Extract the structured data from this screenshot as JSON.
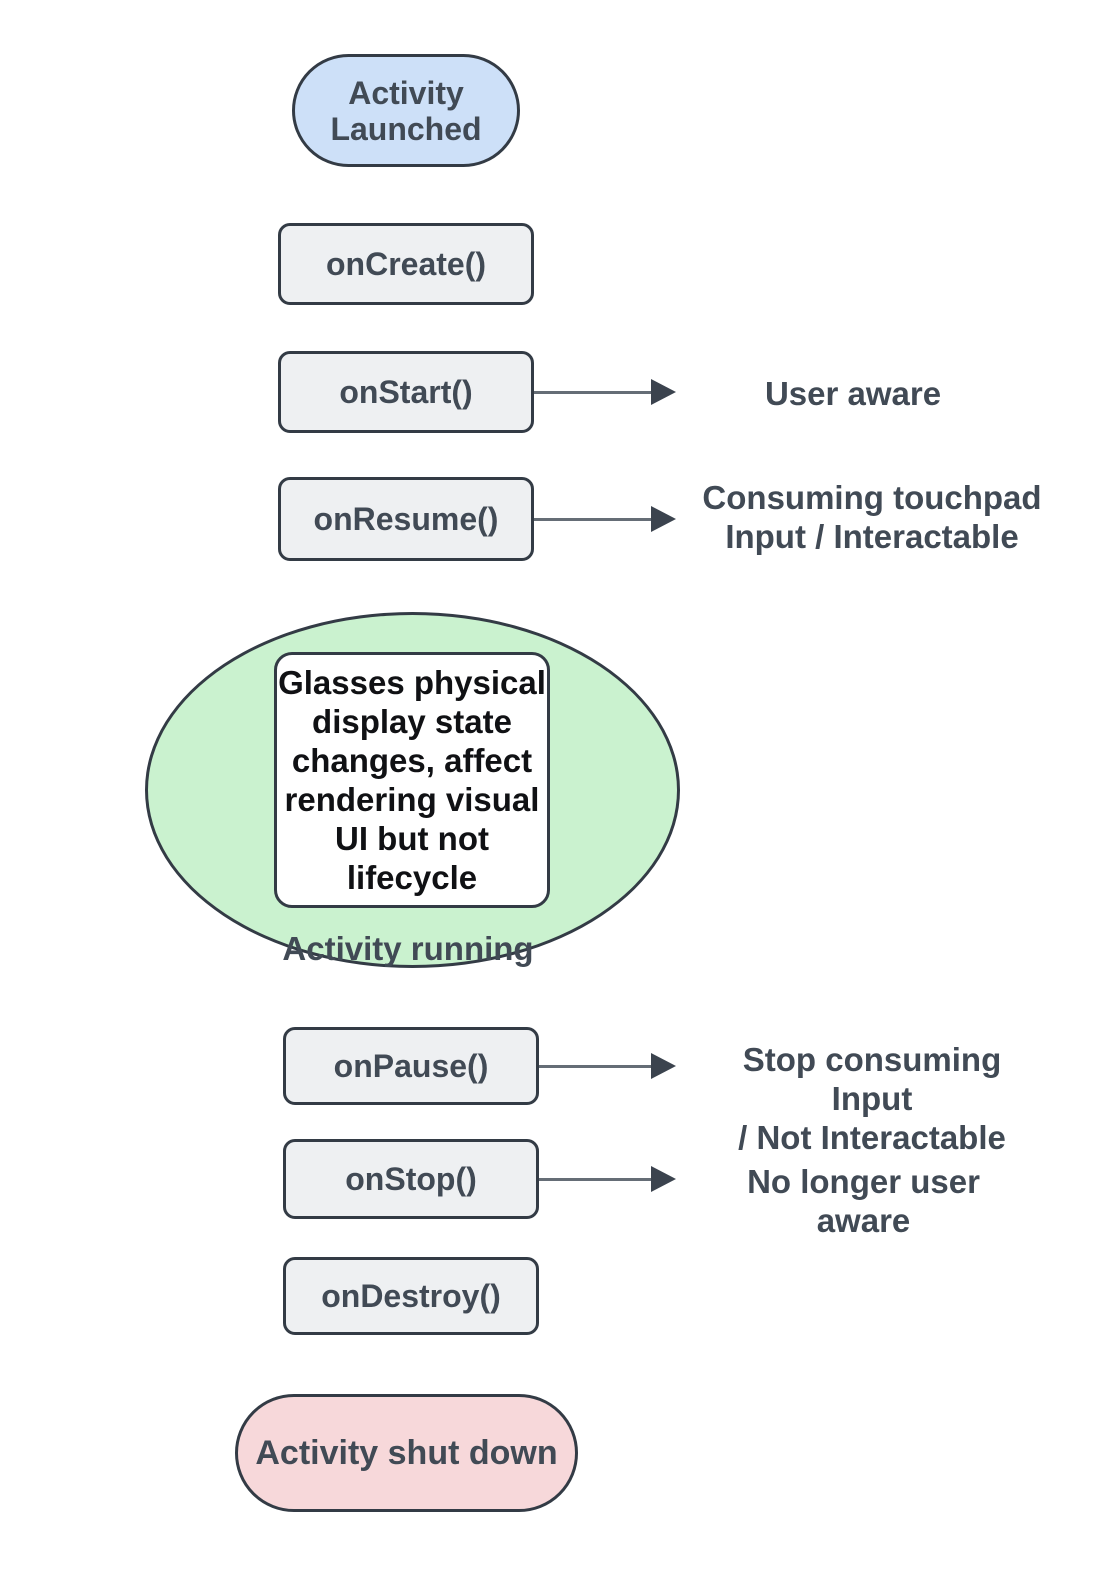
{
  "diagram": {
    "start_label": "Activity\nLaunched",
    "callbacks": {
      "oncreate": "onCreate()",
      "onstart": "onStart()",
      "onresume": "onResume()",
      "onpause": "onPause()",
      "onstop": "onStop()",
      "ondestroy": "onDestroy()"
    },
    "annotations": {
      "onstart": "User aware",
      "onresume": "Consuming touchpad\nInput / Interactable",
      "onpause": "Stop consuming Input\n/ Not Interactable",
      "onstop": "No longer user aware"
    },
    "running_state": {
      "note": "Glasses physical\ndisplay state\nchanges, affect\nrendering visual\nUI but not\nlifecycle",
      "label": "Activity running"
    },
    "end_label": "Activity shut down",
    "colors": {
      "blue_fill": "#cde0f8",
      "green_fill": "#caf2cf",
      "pink_fill": "#f7d8da",
      "gray_fill": "#eef0f2",
      "border": "#333b45",
      "text_dark": "#414a55",
      "text_black": "#101114",
      "arrow_line": "#656d76",
      "arrow_head": "#3b434e",
      "background": "#ffffff"
    }
  }
}
